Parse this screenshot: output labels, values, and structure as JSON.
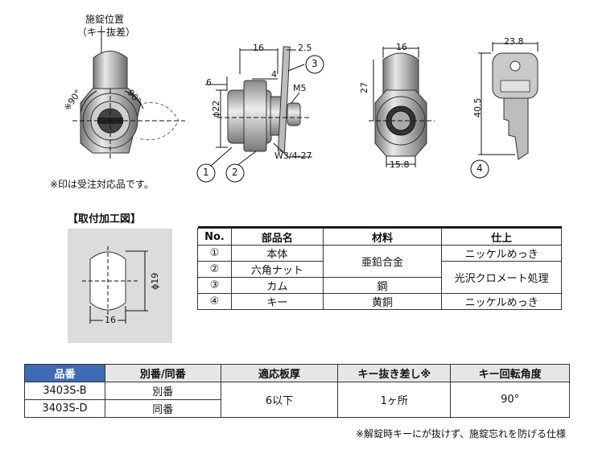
{
  "diagram": {
    "lock_position_label": "施錠位置",
    "key_pull_label": "（キー抜差）",
    "angle_left": "※90°",
    "angle_right": "90°",
    "order_note": "※印は受注対応品です。",
    "dims": {
      "d16_a": "16",
      "d2_5": "2.5",
      "d6": "6",
      "d4": "4",
      "phi22": "ϕ22",
      "m5": "M5",
      "w34": "W3/4-27",
      "d16_b": "16",
      "d27": "27",
      "d15_8": "15.8",
      "d23_8": "23.8",
      "d40_5": "40.5"
    },
    "callouts": [
      "1",
      "2",
      "3",
      "4"
    ]
  },
  "mount": {
    "title": "【取付加工図】",
    "phi19": "ϕ19",
    "width16": "16"
  },
  "parts_table": {
    "headers": [
      "No.",
      "部品名",
      "材料",
      "仕上"
    ],
    "rows": [
      {
        "no": "①",
        "name": "本体"
      },
      {
        "no": "②",
        "name": "六角ナット"
      },
      {
        "no": "③",
        "name": "カム"
      },
      {
        "no": "④",
        "name": "キー"
      }
    ],
    "materials": {
      "zinc": "亜鉛合金",
      "steel": "鋼",
      "brass": "黄銅"
    },
    "finishes": {
      "nickel_1": "ニッケルめっき",
      "chromate": "光沢クロメート処理",
      "nickel_2": "ニッケルめっき"
    }
  },
  "spec_table": {
    "headers": [
      "品番",
      "別番/同番",
      "適応板厚",
      "キー抜き差し※",
      "キー回転角度"
    ],
    "rows": [
      {
        "part": "3403S-B",
        "keying": "別番"
      },
      {
        "part": "3403S-D",
        "keying": "同番"
      }
    ],
    "thickness": "6以下",
    "key_pull": "1ヶ所",
    "rotation": "90°",
    "accent_color": "#3e6bb3",
    "footnote": "※解錠時キーにが抜けず、施錠忘れを防げる仕様"
  }
}
